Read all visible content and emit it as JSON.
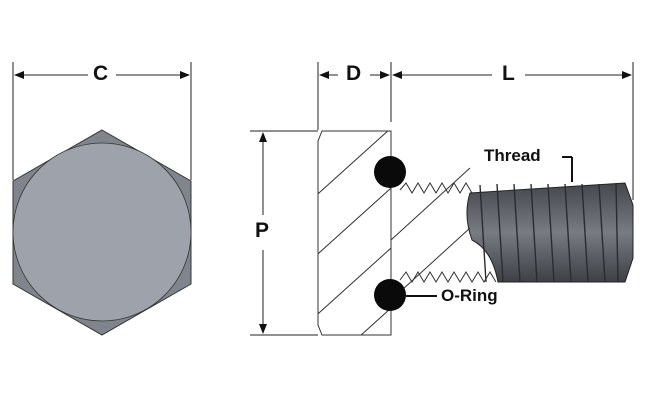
{
  "labels": {
    "c": "C",
    "d": "D",
    "l": "L",
    "p": "P",
    "thread": "Thread",
    "oring": "O-Ring"
  },
  "colors": {
    "metal": "#9ea3ab",
    "metal_dark": "#7d828a",
    "thread": "#5e6168",
    "oring": "#0a0a0a",
    "line": "#222222"
  }
}
